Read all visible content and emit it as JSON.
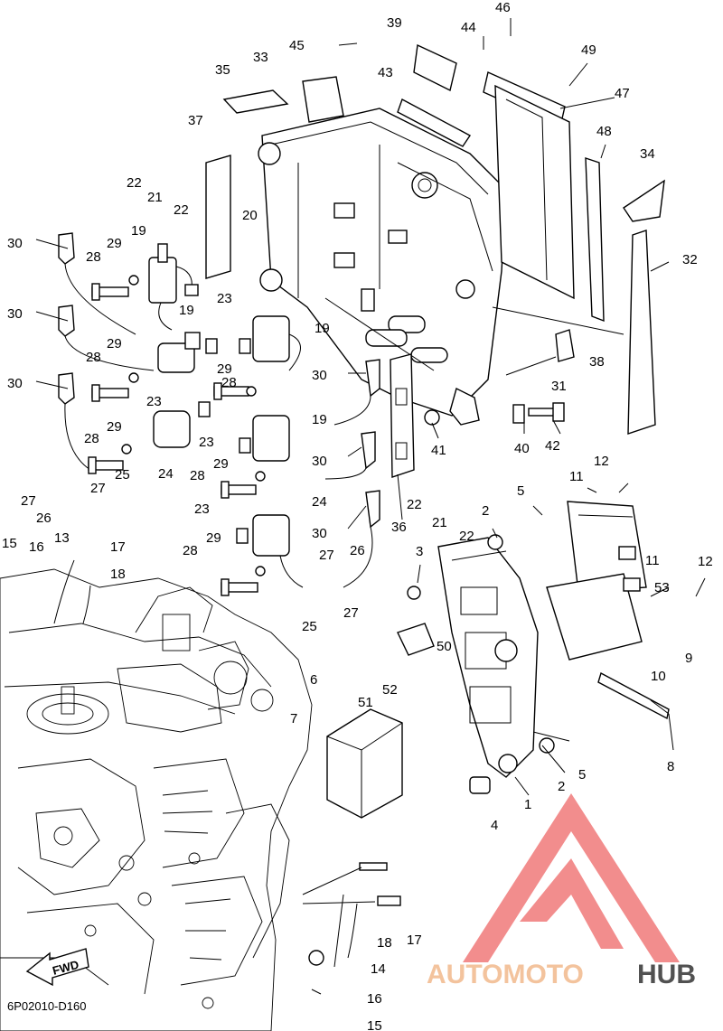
{
  "diagram": {
    "code": "6P02010-D160",
    "direction_label": "FWD",
    "callouts": [
      {
        "id": "c1",
        "text": "1"
      },
      {
        "id": "c2a",
        "text": "2"
      },
      {
        "id": "c2b",
        "text": "2"
      },
      {
        "id": "c3",
        "text": "3"
      },
      {
        "id": "c4",
        "text": "4"
      },
      {
        "id": "c5a",
        "text": "5"
      },
      {
        "id": "c5b",
        "text": "5"
      },
      {
        "id": "c6",
        "text": "6"
      },
      {
        "id": "c7",
        "text": "7"
      },
      {
        "id": "c8",
        "text": "8"
      },
      {
        "id": "c9",
        "text": "9"
      },
      {
        "id": "c10",
        "text": "10"
      },
      {
        "id": "c11a",
        "text": "11"
      },
      {
        "id": "c11b",
        "text": "11"
      },
      {
        "id": "c12a",
        "text": "12"
      },
      {
        "id": "c12b",
        "text": "12"
      },
      {
        "id": "c13",
        "text": "13"
      },
      {
        "id": "c14",
        "text": "14"
      },
      {
        "id": "c15a",
        "text": "15"
      },
      {
        "id": "c15b",
        "text": "15"
      },
      {
        "id": "c16a",
        "text": "16"
      },
      {
        "id": "c16b",
        "text": "16"
      },
      {
        "id": "c17a",
        "text": "17"
      },
      {
        "id": "c17b",
        "text": "17"
      },
      {
        "id": "c18a",
        "text": "18"
      },
      {
        "id": "c18b",
        "text": "18"
      },
      {
        "id": "c19a",
        "text": "19"
      },
      {
        "id": "c19b",
        "text": "19"
      },
      {
        "id": "c19c",
        "text": "19"
      },
      {
        "id": "c19d",
        "text": "19"
      },
      {
        "id": "c20",
        "text": "20"
      },
      {
        "id": "c21a",
        "text": "21"
      },
      {
        "id": "c21b",
        "text": "21"
      },
      {
        "id": "c22a",
        "text": "22"
      },
      {
        "id": "c22b",
        "text": "22"
      },
      {
        "id": "c22c",
        "text": "22"
      },
      {
        "id": "c22d",
        "text": "22"
      },
      {
        "id": "c23a",
        "text": "23"
      },
      {
        "id": "c23b",
        "text": "23"
      },
      {
        "id": "c23c",
        "text": "23"
      },
      {
        "id": "c23d",
        "text": "23"
      },
      {
        "id": "c24a",
        "text": "24"
      },
      {
        "id": "c24b",
        "text": "24"
      },
      {
        "id": "c25a",
        "text": "25"
      },
      {
        "id": "c25b",
        "text": "25"
      },
      {
        "id": "c26a",
        "text": "26"
      },
      {
        "id": "c26b",
        "text": "26"
      },
      {
        "id": "c27a",
        "text": "27"
      },
      {
        "id": "c27b",
        "text": "27"
      },
      {
        "id": "c27c",
        "text": "27"
      },
      {
        "id": "c27d",
        "text": "27"
      },
      {
        "id": "c28a",
        "text": "28"
      },
      {
        "id": "c28b",
        "text": "28"
      },
      {
        "id": "c28c",
        "text": "28"
      },
      {
        "id": "c28d",
        "text": "28"
      },
      {
        "id": "c28e",
        "text": "28"
      },
      {
        "id": "c28f",
        "text": "28"
      },
      {
        "id": "c29a",
        "text": "29"
      },
      {
        "id": "c29b",
        "text": "29"
      },
      {
        "id": "c29c",
        "text": "29"
      },
      {
        "id": "c29d",
        "text": "29"
      },
      {
        "id": "c29e",
        "text": "29"
      },
      {
        "id": "c29f",
        "text": "29"
      },
      {
        "id": "c30a",
        "text": "30"
      },
      {
        "id": "c30b",
        "text": "30"
      },
      {
        "id": "c30c",
        "text": "30"
      },
      {
        "id": "c30d",
        "text": "30"
      },
      {
        "id": "c30e",
        "text": "30"
      },
      {
        "id": "c30f",
        "text": "30"
      },
      {
        "id": "c31",
        "text": "31"
      },
      {
        "id": "c32",
        "text": "32"
      },
      {
        "id": "c33",
        "text": "33"
      },
      {
        "id": "c34",
        "text": "34"
      },
      {
        "id": "c35",
        "text": "35"
      },
      {
        "id": "c36",
        "text": "36"
      },
      {
        "id": "c37",
        "text": "37"
      },
      {
        "id": "c38",
        "text": "38"
      },
      {
        "id": "c39",
        "text": "39"
      },
      {
        "id": "c40",
        "text": "40"
      },
      {
        "id": "c41",
        "text": "41"
      },
      {
        "id": "c42",
        "text": "42"
      },
      {
        "id": "c43",
        "text": "43"
      },
      {
        "id": "c44",
        "text": "44"
      },
      {
        "id": "c45",
        "text": "45"
      },
      {
        "id": "c46",
        "text": "46"
      },
      {
        "id": "c47",
        "text": "47"
      },
      {
        "id": "c48",
        "text": "48"
      },
      {
        "id": "c49",
        "text": "49"
      },
      {
        "id": "c50",
        "text": "50"
      },
      {
        "id": "c51",
        "text": "51"
      },
      {
        "id": "c52",
        "text": "52"
      },
      {
        "id": "c53",
        "text": "53"
      }
    ]
  },
  "watermark": {
    "text_part1": "AUTOMOTO",
    "text_part2": "HUB",
    "color_primary": "#f07a7a",
    "color_secondary": "#f2b98c",
    "color_dark": "#333333"
  },
  "colors": {
    "line": "#000000",
    "background": "#ffffff"
  }
}
